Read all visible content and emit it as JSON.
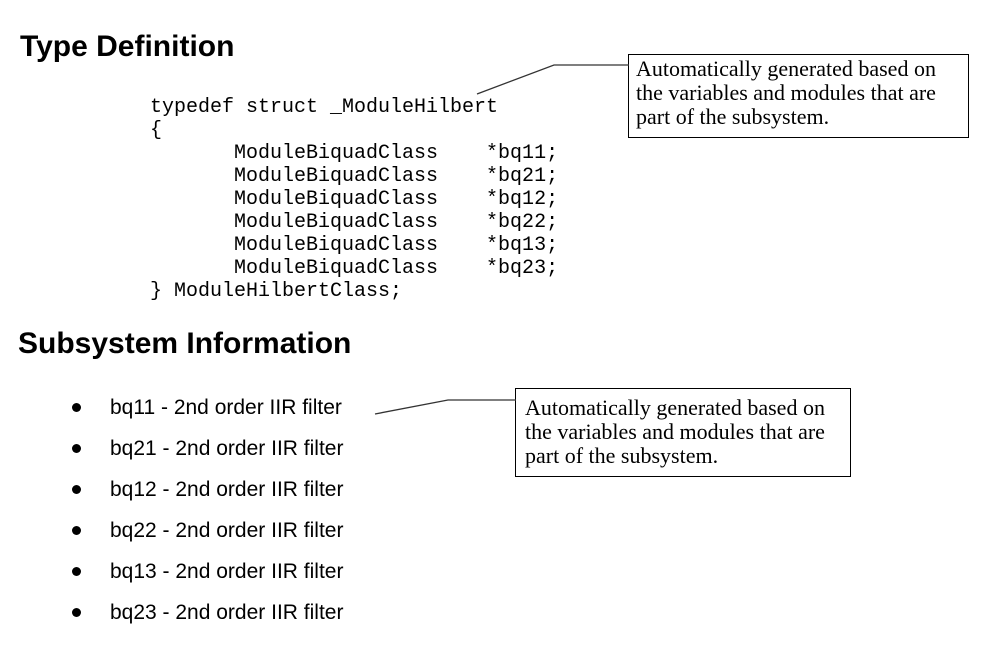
{
  "page": {
    "background": "#ffffff",
    "text_color": "#000000",
    "line_color": "#333333"
  },
  "sections": {
    "type_definition": {
      "heading": "Type Definition",
      "code_lines": [
        "typedef struct _ModuleHilbert",
        "{",
        "       ModuleBiquadClass    *bq11;",
        "       ModuleBiquadClass    *bq21;",
        "       ModuleBiquadClass    *bq12;",
        "       ModuleBiquadClass    *bq22;",
        "       ModuleBiquadClass    *bq13;",
        "       ModuleBiquadClass    *bq23;",
        "} ModuleHilbertClass;"
      ]
    },
    "subsystem_information": {
      "heading": "Subsystem Information",
      "items": [
        "bq11 - 2nd order IIR filter",
        "bq21 - 2nd order IIR filter",
        "bq12 - 2nd order IIR filter",
        "bq22 - 2nd order IIR filter",
        "bq13 - 2nd order IIR filter",
        "bq23 - 2nd order IIR filter"
      ]
    }
  },
  "callouts": {
    "code_note": {
      "lines": [
        "Automatically generated based on",
        "the variables and modules that are",
        "part of the subsystem."
      ]
    },
    "list_note": {
      "lines": [
        "Automatically generated based on",
        "the variables and modules that are",
        "part of the subsystem."
      ]
    }
  }
}
